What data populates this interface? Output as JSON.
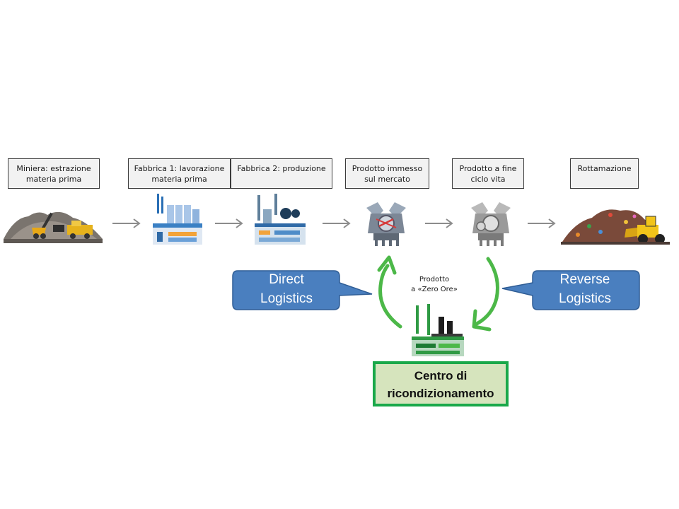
{
  "stages": [
    {
      "line1": "Miniera: estrazione",
      "line2": "materia prima"
    },
    {
      "line1": "Fabbrica 1: lavorazione",
      "line2": "materia prima"
    },
    {
      "line1": "Fabbrica 2: produzione",
      "line2": ""
    },
    {
      "line1": "Prodotto immesso",
      "line2": "sul mercato"
    },
    {
      "line1": "Prodotto a fine",
      "line2": "ciclo vita"
    },
    {
      "line1": "Rottamazione",
      "line2": ""
    }
  ],
  "direct_logistics": {
    "line1": "Direct",
    "line2": "Logistics"
  },
  "reverse_logistics": {
    "line1": "Reverse",
    "line2": "Logistics"
  },
  "zero_ore": {
    "line1": "Prodotto",
    "line2": "a «Zero Ore»"
  },
  "center": {
    "line1": "Centro di",
    "line2": "ricondizionamento"
  },
  "colors": {
    "callout_fill": "#4a7fbf",
    "center_border": "#1aa84a",
    "center_fill": "#d6e4bd",
    "cycle_arrow": "#4cb848",
    "flow_arrow": "#8c8c8c"
  },
  "icons": [
    "mining-icon",
    "factory-icon",
    "refinery-icon",
    "engine-icon",
    "worn-engine-icon",
    "scrapyard-icon",
    "refurbish-factory-icon"
  ]
}
